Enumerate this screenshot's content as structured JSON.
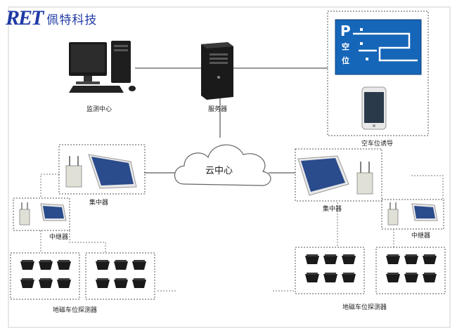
{
  "logo": {
    "mark": "RET",
    "company": "佩特科技"
  },
  "labels": {
    "monitor_center": "监测中心",
    "server": "服务器",
    "cloud": "云中心",
    "guidance": "空车位诱导",
    "concentrator_left": "集中器",
    "concentrator_right": "集中器",
    "repeater_left": "中继器",
    "repeater_right": "中继器",
    "detector_left": "地磁车位探测器",
    "detector_right": "地磁车位探测器"
  },
  "sign": {
    "letter_p": "P",
    "char_1": "空",
    "char_2": "位"
  },
  "colors": {
    "accent": "#1f3aa6",
    "sign_blue": "#1565b8",
    "line": "#333333",
    "dashed_box": "#555555",
    "panel": "#2a4b8c"
  }
}
